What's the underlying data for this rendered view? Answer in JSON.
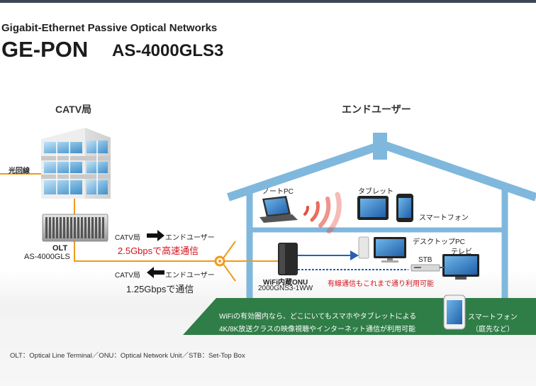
{
  "header": {
    "subtitle": "Gigabit-Ethernet Passive Optical Networks",
    "product_name": "GE-PON",
    "model": "AS-4000GLS3"
  },
  "sections": {
    "catv": "CATV局",
    "enduser": "エンドユーザー"
  },
  "left": {
    "fiber_label": "光回線",
    "olt_label": "OLT",
    "olt_model": "AS-4000GLS"
  },
  "links": {
    "down_from": "CATV局",
    "down_to": "エンドユーザー",
    "down_speed": "2.5Gbpsで高速通信",
    "up_from": "CATV局",
    "up_to": "エンドユーザー",
    "up_speed": "1.25Gbpsで通信"
  },
  "house": {
    "onu_label": "WiFi内蔵ONU",
    "onu_model": "2000GNS3-1WW",
    "notebook": "ノートPC",
    "tablet": "タブレット",
    "smartphone": "スマートフォン",
    "desktop": "デスクトップPC",
    "tv": "テレビ",
    "stb": "STB",
    "wired_note": "有線通信もこれまで通り利用可能"
  },
  "ground": {
    "line1": "WiFiの有効圏内なら、どこにいてもスマホやタブレットによる",
    "line2": "4K/8K放送クラスの映像視聴やインターネット通信が利用可能",
    "phone_label": "スマートフォン",
    "phone_sub": "（庭先など）"
  },
  "footnote": "OLT：Optical Line Terminal／ONU：Optical Network Unit／STB：Set-Top Box",
  "colors": {
    "fiber": "#f09a1a",
    "house": "#7fb8dc",
    "ground": "#2f7d47",
    "wired": "#2b5fae",
    "speed_red": "#d2141c",
    "wifi": "#e23b2b"
  }
}
